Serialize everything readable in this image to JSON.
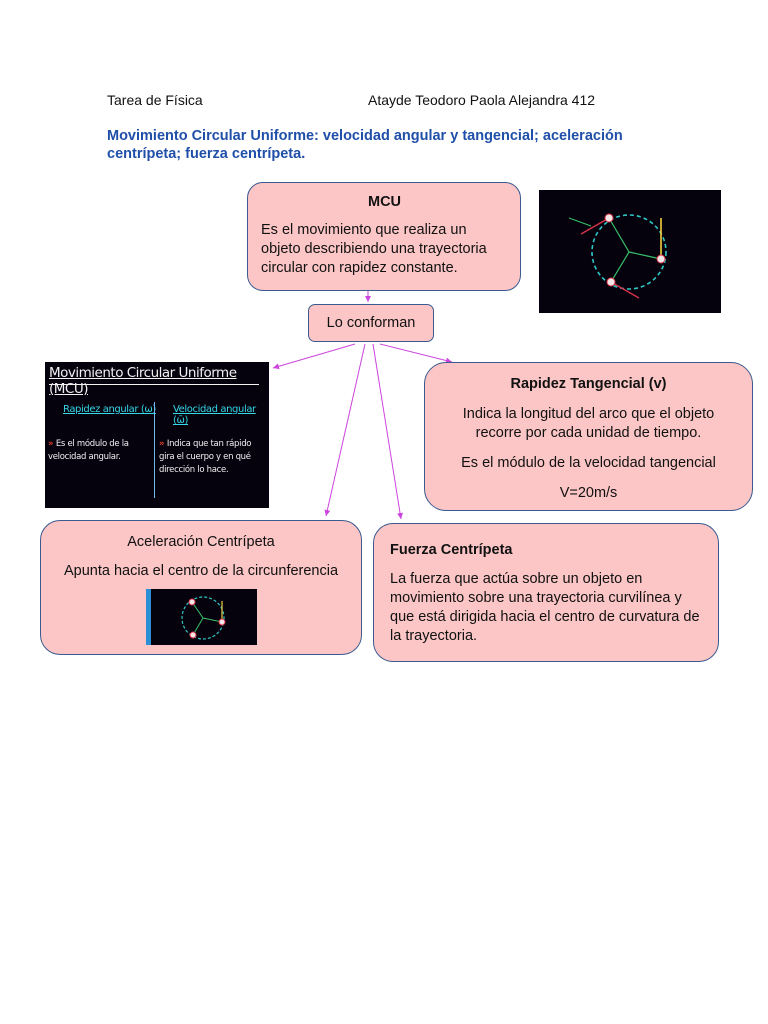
{
  "header": {
    "subject": "Tarea de Física",
    "student": "Atayde Teodoro Paola Alejandra 412"
  },
  "title": "Movimiento Circular Uniforme: velocidad angular y tangencial; aceleración centrípeta; fuerza centrípeta.",
  "mcu": {
    "heading": "MCU",
    "body": "Es el movimiento que realiza un objeto describiendo una trayectoria circular con rapidez constante."
  },
  "connector": {
    "label": "Lo conforman"
  },
  "slide": {
    "title": "Movimiento Circular Uniforme (MCU)",
    "col1_title": "Rapidez angular (ω)",
    "col1_text": "Es el módulo de la velocidad angular.",
    "col2_title": "Velocidad angular (ω̄)",
    "col2_text": "Indica que tan rápido gira el cuerpo y en qué dirección lo hace."
  },
  "tangencial": {
    "heading": "Rapidez Tangencial (v)",
    "line1": "Indica la longitud del arco que el objeto recorre por cada unidad de tiempo.",
    "line2": "Es el módulo de la velocidad tangencial",
    "line3": "V=20m/s"
  },
  "aceleracion": {
    "heading": "Aceleración Centrípeta",
    "body": "Apunta hacia el centro de la circunferencia"
  },
  "fuerza": {
    "heading": "Fuerza Centrípeta",
    "body": "La fuerza que actúa sobre un objeto en movimiento sobre una trayectoria curvilínea y que está dirigida hacia el centro de curvatura de la trayectoria."
  },
  "colors": {
    "box_fill": "#fcc6c6",
    "box_border": "#3b5a8f",
    "title_blue": "#1f4fa8",
    "arrow": "#cc44dd"
  }
}
